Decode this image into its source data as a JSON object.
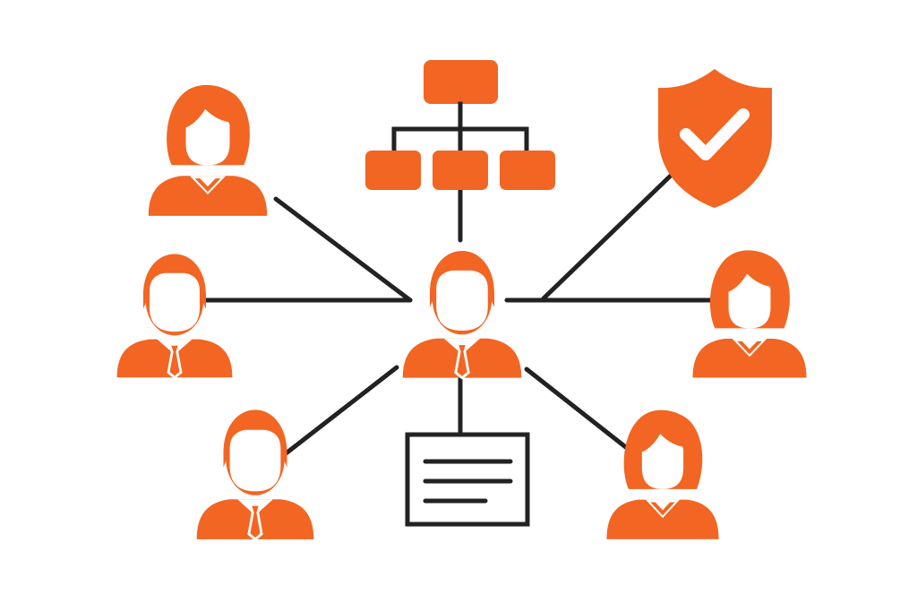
{
  "colors": {
    "accent": "#F26522",
    "line": "#222222",
    "background": "#FFFFFF",
    "icon_detail": "#FFFFFF"
  },
  "nodes": [
    {
      "name": "central-manager-icon",
      "kind": "person-male",
      "role": "hub"
    },
    {
      "name": "org-chart-icon",
      "kind": "org-chart"
    },
    {
      "name": "shield-check-icon",
      "kind": "security"
    },
    {
      "name": "document-icon",
      "kind": "document"
    },
    {
      "name": "woman-top-left-icon",
      "kind": "person-female"
    },
    {
      "name": "man-middle-left-icon",
      "kind": "person-male"
    },
    {
      "name": "man-bottom-left-icon",
      "kind": "person-male"
    },
    {
      "name": "woman-middle-right-icon",
      "kind": "person-female"
    },
    {
      "name": "woman-bottom-right-icon",
      "kind": "person-female"
    }
  ]
}
